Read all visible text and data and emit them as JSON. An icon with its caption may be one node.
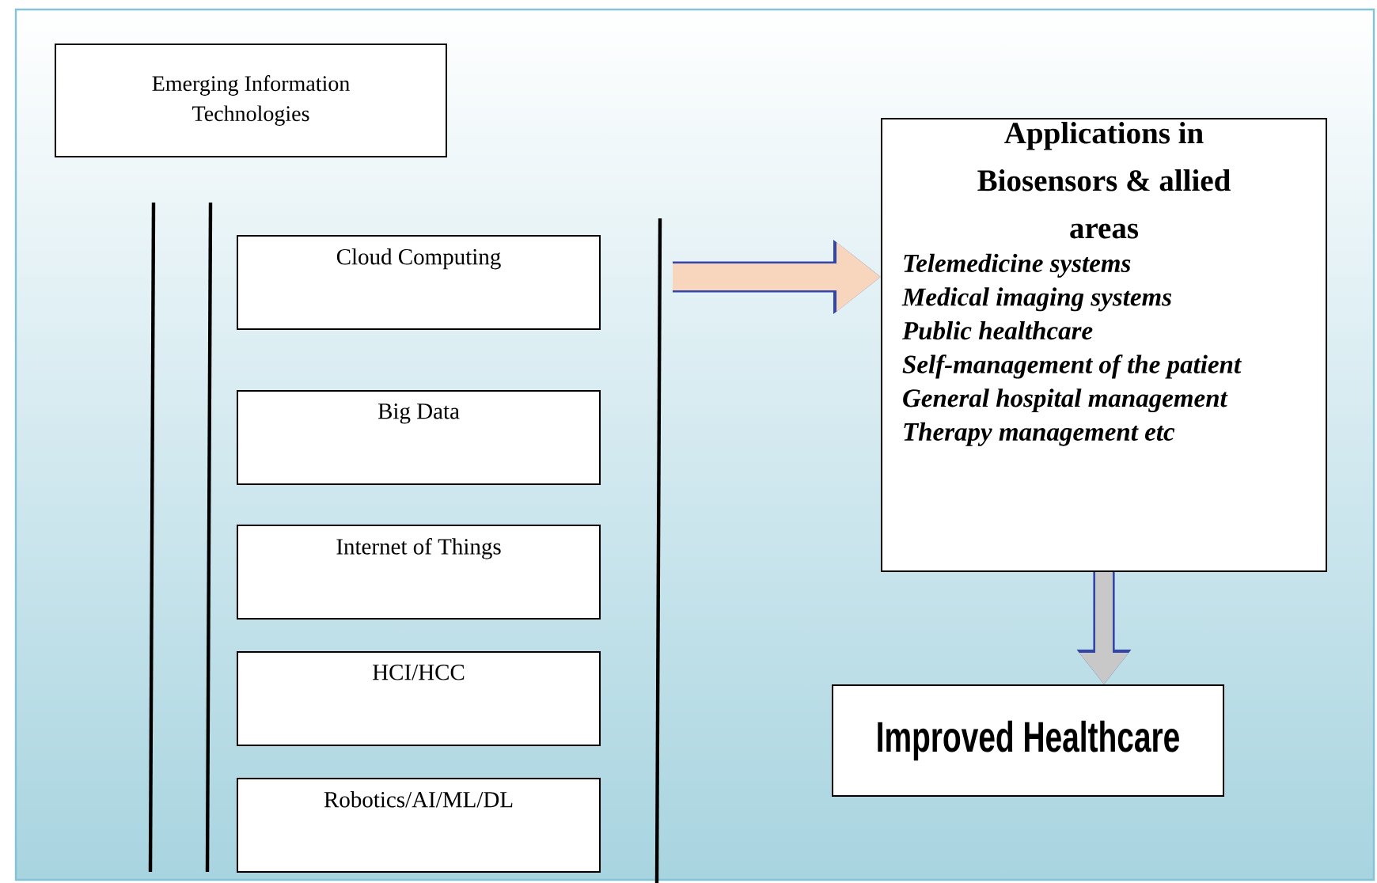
{
  "diagram": {
    "nodes": [
      {
        "text": [
          "Emerging Information Technologies"
        ]
      },
      {
        "text": [
          "Cloud Computing"
        ]
      },
      {
        "text": [
          "Big Data"
        ]
      },
      {
        "text": [
          "Internet of Things"
        ]
      },
      {
        "text": [
          "HCI/HCC"
        ]
      },
      {
        "text": [
          "Robotics/AI/ML/DL"
        ]
      },
      {
        "text": [
          "Applications in Biosensors & allied areas",
          "Telemedicine systems",
          "Medical imaging systems",
          "Public healthcare",
          "Self-management of the patient",
          "General hospital management",
          "Therapy management etc"
        ]
      },
      {
        "text": [
          "Improved Healthcare"
        ]
      }
    ],
    "edges": [
      {
        "from": null,
        "to": 6,
        "arrow": "to"
      },
      {
        "from": 6,
        "to": 7,
        "arrow": "to"
      }
    ]
  }
}
